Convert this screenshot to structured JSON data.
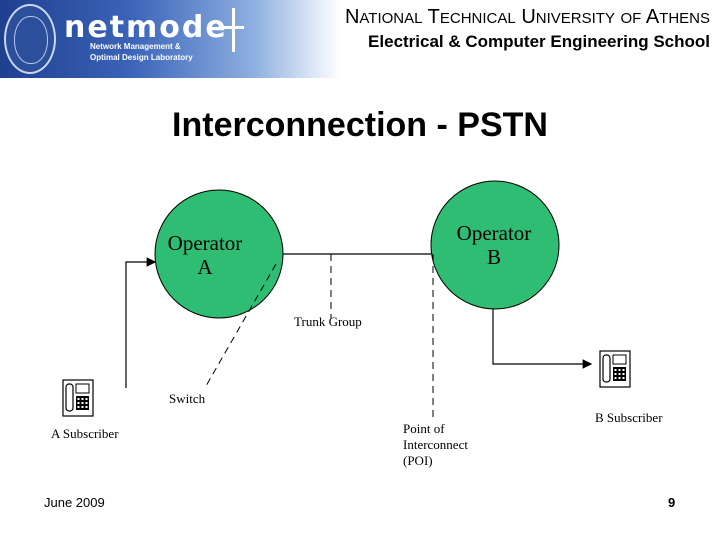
{
  "header": {
    "logo_text": "netmode",
    "logo_line1": "Network Management &",
    "logo_line2": "Optimal Design Laboratory",
    "university": {
      "w1_initial": "N",
      "w1_rest": "ATIONAL",
      "w2_initial": "T",
      "w2_rest": "ECHNICAL",
      "w3_initial": "U",
      "w3_rest": "NIVERSITY",
      "w4": "OF",
      "w5_initial": "A",
      "w5_rest": "THENS"
    },
    "school": "Electrical & Computer Engineering School"
  },
  "title": "Interconnection - PSTN",
  "diagram": {
    "operator_a": {
      "line1": "Operator",
      "line2": "A"
    },
    "operator_b": {
      "line1": "Operator",
      "line2": "B"
    },
    "trunk_group": "Trunk Group",
    "switch": "Switch",
    "a_subscriber": "A Subscriber",
    "b_subscriber": "B Subscriber",
    "poi_line1": "Point of",
    "poi_line2": "Interconnect",
    "poi_line3": "(POI)",
    "node_color": "#2ebd72",
    "icon_names": [
      "telephone-icon"
    ]
  },
  "footer": {
    "date": "June 2009",
    "page_number": "9"
  }
}
